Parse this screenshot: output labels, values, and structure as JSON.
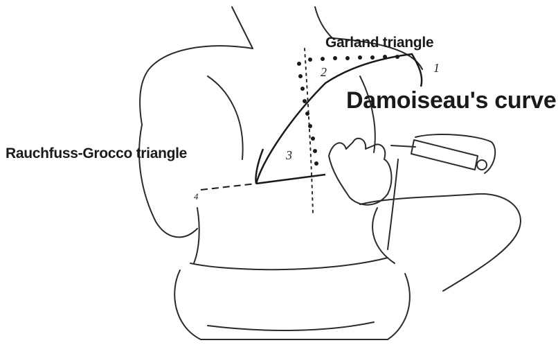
{
  "labels": {
    "garland": "Garland triangle",
    "damoiseau": "Damoiseau's curve",
    "rauchfuss": "Rauchfuss-Grocco triangle"
  },
  "zones": {
    "one": "1",
    "two": "2",
    "three": "3",
    "four": "4"
  },
  "colors": {
    "line": "#1a1a1a",
    "background": "#ffffff"
  }
}
